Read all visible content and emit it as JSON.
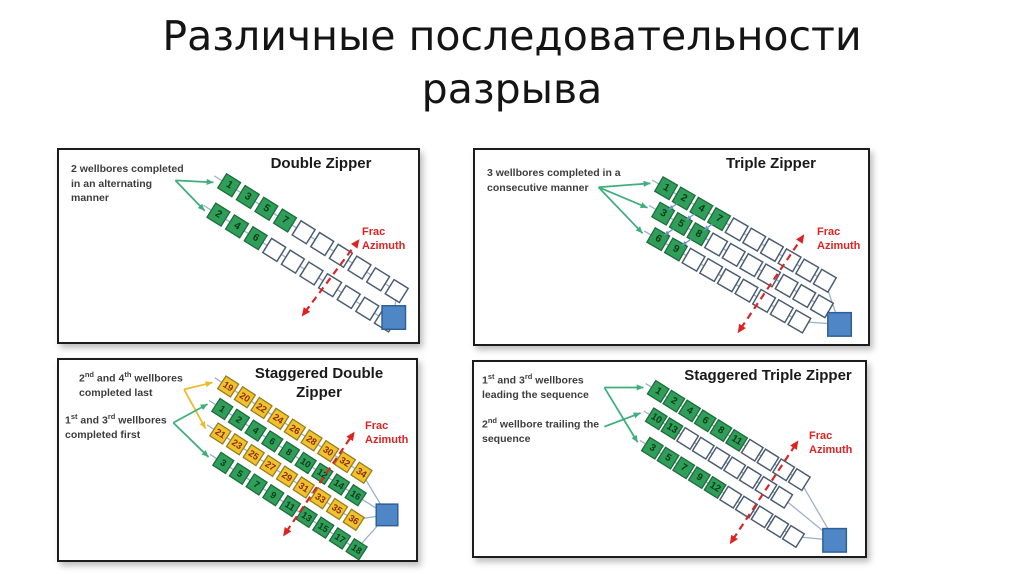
{
  "slide": {
    "title": "Различные последовательности разрыва"
  },
  "colors": {
    "square_green": "#2f9e58",
    "square_green_border": "#1d6b3c",
    "square_green_number": "#0e3a1c",
    "square_yellow": "#f0c22c",
    "square_yellow_border": "#977c1e",
    "square_yellow_number": "#8a2d0e",
    "square_empty_border": "#4a5c72",
    "connector": "#9dafc9",
    "pad_fill": "#4e86c6",
    "pad_border": "#2e5f97",
    "frac_red": "#dd2222",
    "arrow_green": "#3fae7c",
    "arrow_yellow": "#e8bc2a",
    "sequence_blue": "#6a94c8",
    "note_text": "#3d3d3d",
    "title_text": "#1a1a1a"
  },
  "panels": [
    {
      "id": "double-zipper",
      "title": "Double Zipper",
      "frac_label": "Frac Azimuth",
      "notes": [
        {
          "arrow_color": "green",
          "segments": [
            [
              "t",
              "2 wellbores completed in an alternating manner"
            ]
          ]
        }
      ],
      "rows": [
        {
          "color": "green",
          "cells": [
            "1",
            "3",
            "5",
            "7",
            "",
            "",
            "",
            "",
            "",
            ""
          ]
        },
        {
          "color": "green",
          "cells": [
            "2",
            "4",
            "6",
            "",
            "",
            "",
            "",
            "",
            "",
            ""
          ]
        }
      ],
      "links": []
    },
    {
      "id": "triple-zipper",
      "title": "Triple Zipper",
      "frac_label": "Frac Azimuth",
      "notes": [
        {
          "arrow_color": "green",
          "segments": [
            [
              "t",
              "3 wellbores completed in a consecutive manner"
            ]
          ]
        }
      ],
      "rows": [
        {
          "color": "green",
          "cells": [
            "1",
            "2",
            "4",
            "7",
            "",
            "",
            "",
            "",
            "",
            ""
          ]
        },
        {
          "color": "green",
          "cells": [
            "3",
            "5",
            "8",
            "",
            "",
            "",
            "",
            "",
            "",
            ""
          ]
        },
        {
          "color": "green",
          "cells": [
            "6",
            "9",
            "",
            "",
            "",
            "",
            "",
            "",
            ""
          ]
        }
      ],
      "links": [
        [
          0,
          1,
          1,
          0
        ],
        [
          0,
          2,
          1,
          1
        ],
        [
          1,
          1,
          2,
          0
        ],
        [
          0,
          3,
          1,
          2
        ],
        [
          1,
          2,
          2,
          1
        ]
      ]
    },
    {
      "id": "staggered-double-zipper",
      "title": "Staggered Double Zipper",
      "frac_label": "Frac Azimuth",
      "notes": [
        {
          "arrow_color": "yellow",
          "segments": [
            [
              "t",
              "2"
            ],
            [
              "sup",
              "nd"
            ],
            [
              "t",
              " and 4"
            ],
            [
              "sup",
              "th"
            ],
            [
              "t",
              " wellbores completed last"
            ]
          ]
        },
        {
          "arrow_color": "green",
          "segments": [
            [
              "t",
              "1"
            ],
            [
              "sup",
              "st"
            ],
            [
              "t",
              " and 3"
            ],
            [
              "sup",
              "rd"
            ],
            [
              "t",
              " wellbores completed first"
            ]
          ]
        }
      ],
      "rows": [
        {
          "color": "yellow",
          "cells": [
            "19",
            "20",
            "22",
            "24",
            "26",
            "28",
            "30",
            "32",
            "34"
          ]
        },
        {
          "color": "green",
          "cells": [
            "1",
            "2",
            "4",
            "6",
            "8",
            "10",
            "12",
            "14",
            "16"
          ]
        },
        {
          "color": "yellow",
          "cells": [
            "21",
            "23",
            "25",
            "27",
            "29",
            "31",
            "33",
            "35",
            "36"
          ]
        },
        {
          "color": "green",
          "cells": [
            "3",
            "5",
            "7",
            "9",
            "11",
            "13",
            "15",
            "17",
            "18"
          ]
        }
      ],
      "links": []
    },
    {
      "id": "staggered-triple-zipper",
      "title": "Staggered Triple Zipper",
      "frac_label": "Frac Azimuth",
      "notes": [
        {
          "arrow_color": "green",
          "segments": [
            [
              "t",
              "1"
            ],
            [
              "sup",
              "st"
            ],
            [
              "t",
              " and 3"
            ],
            [
              "sup",
              "rd"
            ],
            [
              "t",
              " wellbores leading the sequence"
            ]
          ]
        },
        {
          "arrow_color": "green",
          "segments": [
            [
              "t",
              "2"
            ],
            [
              "sup",
              "nd"
            ],
            [
              "t",
              " wellbore trailing the sequence"
            ]
          ]
        }
      ],
      "rows": [
        {
          "color": "green",
          "cells": [
            "1",
            "2",
            "4",
            "6",
            "8",
            "11",
            "",
            "",
            "",
            ""
          ]
        },
        {
          "color": "green",
          "cells": [
            "10",
            "13",
            "",
            "",
            "",
            "",
            "",
            "",
            ""
          ]
        },
        {
          "color": "green",
          "cells": [
            "3",
            "5",
            "7",
            "9",
            "12",
            "",
            "",
            "",
            "",
            ""
          ]
        }
      ],
      "links": []
    }
  ]
}
